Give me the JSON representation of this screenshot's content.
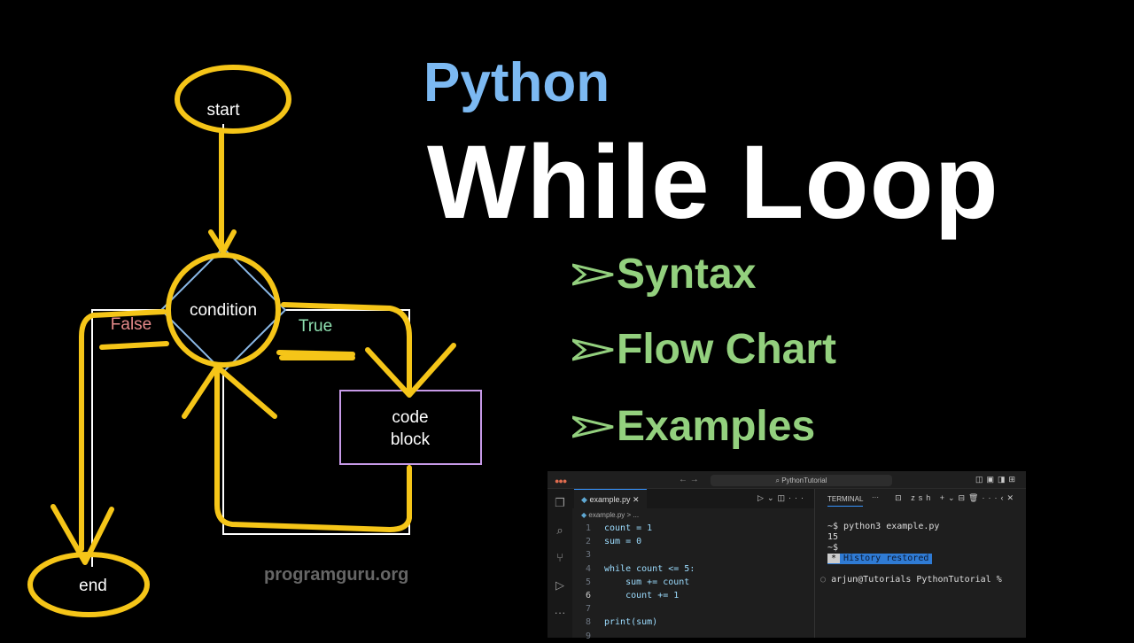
{
  "title": {
    "language": "Python",
    "topic": "While Loop"
  },
  "bullets": [
    "Syntax",
    "Flow Chart",
    "Examples"
  ],
  "flowchart": {
    "start": "start",
    "condition": "condition",
    "false_label": "False",
    "true_label": "True",
    "code_block_line1": "code",
    "code_block_line2": "block",
    "end": "end"
  },
  "watermark": "programguru.org",
  "colors": {
    "python": "#7cb9f2",
    "bullets": "#93d07e",
    "annotation": "#f5c518",
    "false": "#e58a8a",
    "true": "#8fe0b0",
    "code_block_border": "#c79ae8",
    "diamond": "#8ab8e6"
  },
  "editor": {
    "search": "PythonTutorial",
    "tab": "example.py",
    "breadcrumb": "example.py > ...",
    "lines": [
      {
        "n": "1",
        "html": "count = 1"
      },
      {
        "n": "2",
        "html": "sum = 0"
      },
      {
        "n": "3",
        "html": ""
      },
      {
        "n": "4",
        "html": "while count <= 5:"
      },
      {
        "n": "5",
        "html": "    sum += count"
      },
      {
        "n": "6",
        "html": "    count += 1"
      },
      {
        "n": "7",
        "html": ""
      },
      {
        "n": "8",
        "html": "print(sum)"
      },
      {
        "n": "9",
        "html": ""
      }
    ]
  },
  "terminal": {
    "tab": "TERMINAL",
    "shell": "zsh",
    "lines": [
      "~$ python3 example.py",
      "15",
      "~$"
    ],
    "history_marker": "*",
    "history": "History restored",
    "prompt": "arjun@Tutorials PythonTutorial %"
  }
}
